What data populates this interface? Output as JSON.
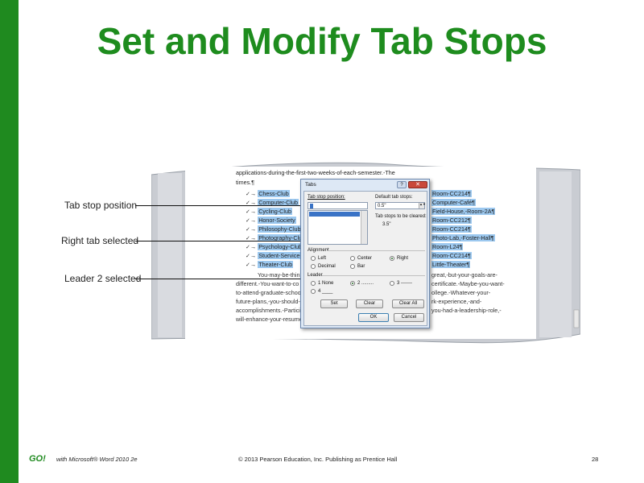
{
  "slide": {
    "title": "Set and Modify Tab Stops",
    "page_number": "28"
  },
  "callouts": [
    {
      "label": "Tab stop position"
    },
    {
      "label": "Right tab selected"
    },
    {
      "label": "Leader 2 selected"
    }
  ],
  "document": {
    "intro_line": "applications-during-the-first-two-weeks-of-each-semester.-The",
    "intro_end": "times.¶",
    "clubs": [
      {
        "name": "Chess-Club",
        "room": "Room-CC214¶"
      },
      {
        "name": "Computer-Club",
        "room": "Computer-Café¶"
      },
      {
        "name": "Cycling-Club",
        "room": "Field-House,-Room-2A¶"
      },
      {
        "name": "Honor-Society",
        "room": "Room-CC212¶"
      },
      {
        "name": "Philosophy-Club",
        "room": "Room-CC214¶"
      },
      {
        "name": "Photography-Club",
        "room": "Photo-Lab,-Foster-Hall¶"
      },
      {
        "name": "Psychology-Club",
        "room": "Room-L24¶"
      },
      {
        "name": "Student-Service-C",
        "room": "Room-CC214¶"
      },
      {
        "name": "Theater-Club",
        "room": "Little-Theater¶"
      }
    ],
    "paragraph_left": [
      "You-may-be-thinki",
      "different.-You-want-to-co",
      "to-attend-graduate-school",
      "future-plans,-you-should-f",
      "accomplishments.-Particip",
      "will-enhance-your-resume"
    ],
    "paragraph_right": [
      "great,-but-your-goals-are-",
      "certificate.-Maybe-you-want-",
      "ollege.-Whatever-your-",
      "rk-experience,-and-",
      "you-had-a-leadership-role,-",
      ""
    ]
  },
  "dialog": {
    "title": "Tabs",
    "help": "?",
    "close": "✕",
    "tab_stop_position_label": "Tab stop position:",
    "tab_stop_position_value": "",
    "default_tab_stops_label": "Default tab stops:",
    "default_tab_stops_value": "0.5\"",
    "tab_stops_to_be_cleared_label": "Tab stops to be cleared:",
    "tab_stops_to_be_cleared_value": "3.5\"",
    "alignment_label": "Alignment",
    "alignment_options": [
      {
        "label": "Left",
        "selected": false
      },
      {
        "label": "Center",
        "selected": false
      },
      {
        "label": "Right",
        "selected": true
      },
      {
        "label": "Decimal",
        "selected": false
      },
      {
        "label": "Bar",
        "selected": false
      }
    ],
    "leader_label": "Leader",
    "leader_options": [
      {
        "label": "1 None",
        "selected": false
      },
      {
        "label": "2 .........",
        "selected": true
      },
      {
        "label": "3 -------",
        "selected": false
      },
      {
        "label": "4 ____",
        "selected": false
      }
    ],
    "set_button": "Set",
    "clear_button": "Clear",
    "clear_all_button": "Clear All",
    "ok_button": "OK",
    "cancel_button": "Cancel"
  },
  "footer": {
    "logo": "GO!",
    "subtitle": "with Microsoft® Word 2010 2e",
    "copyright": "© 2013 Pearson Education, Inc. Publishing as Prentice Hall"
  },
  "colors": {
    "brand_green": "#1e8c1e",
    "highlight_blue": "#9cc8ef",
    "dialog_bg": "#dde8f5"
  }
}
